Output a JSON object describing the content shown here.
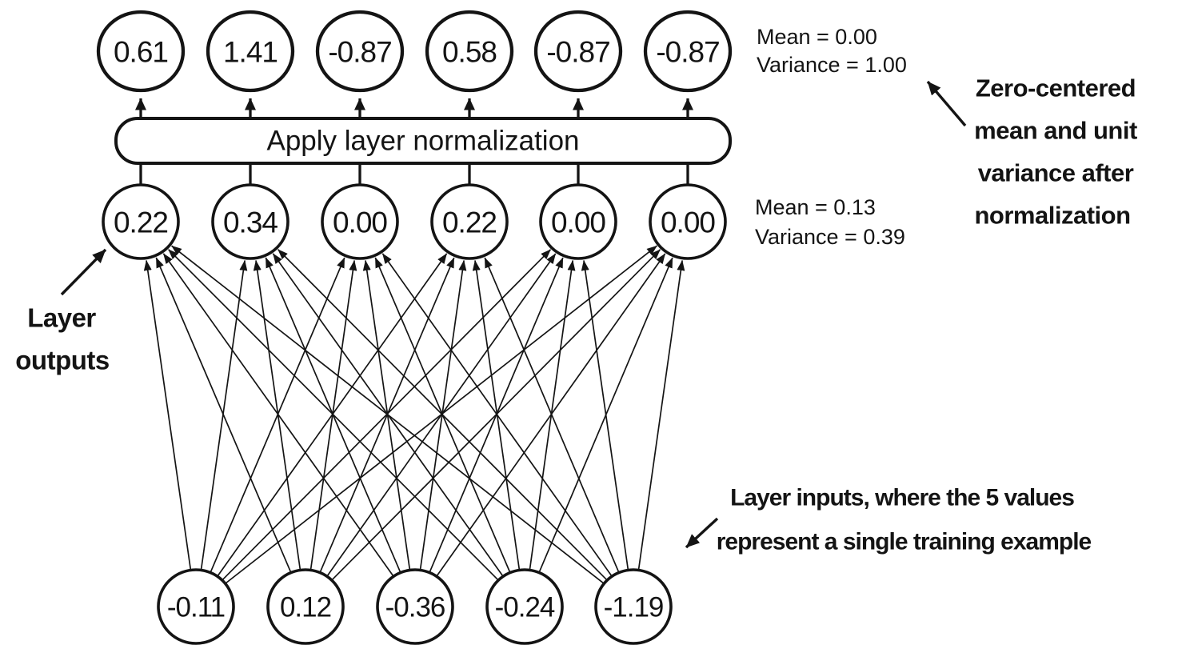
{
  "title": "Layer normalization diagram",
  "colors": {
    "ink": "#141414",
    "background": "#ffffff"
  },
  "diagram": {
    "norm_box_label": "Apply layer normalization",
    "top_row_values": [
      "0.61",
      "1.41",
      "-0.87",
      "0.58",
      "-0.87",
      "-0.87"
    ],
    "middle_row_values": [
      "0.22",
      "0.34",
      "0.00",
      "0.22",
      "0.00",
      "0.00"
    ],
    "bottom_row_values": [
      "-0.11",
      "0.12",
      "-0.36",
      "-0.24",
      "-1.19"
    ],
    "stats_after": {
      "lines": [
        "Mean = 0.00",
        "Variance = 1.00"
      ]
    },
    "stats_before": {
      "lines": [
        "Mean = 0.13",
        "Variance = 0.39"
      ]
    },
    "annotations": {
      "zero_centered_lines": [
        "Zero-centered",
        "mean and unit",
        "variance after",
        "normalization"
      ],
      "layer_outputs_lines": [
        "Layer",
        "outputs"
      ],
      "layer_inputs_lines": [
        "Layer inputs, where the 5 values",
        "represent a single training example"
      ]
    }
  }
}
